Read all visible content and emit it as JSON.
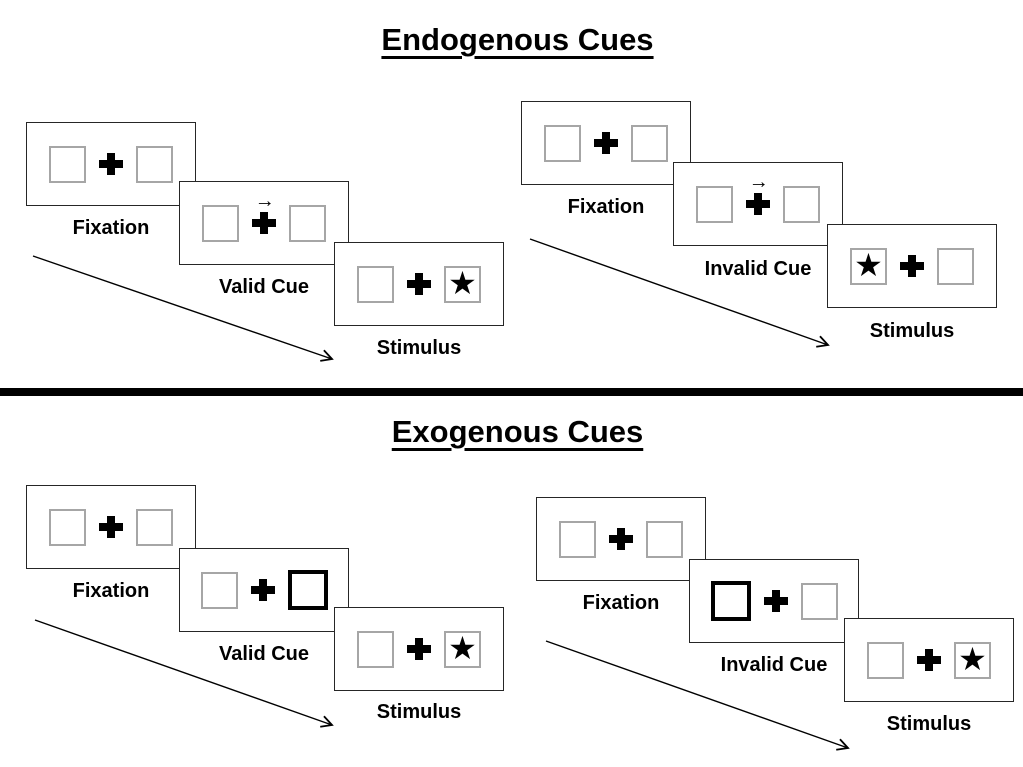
{
  "page": {
    "background_color": "#ffffff",
    "divider_color": "#000000"
  },
  "colors": {
    "ink": "#000000",
    "box_border": "#a6a6a6",
    "panel_border": "#262626"
  },
  "icons": {
    "star": "★",
    "cue_arrow": "→"
  },
  "sections": {
    "endogenous": {
      "title": "Endogenous Cues",
      "valid_sequence": {
        "fixation_label": "Fixation",
        "cue_label": "Valid Cue",
        "stimulus_label": "Stimulus",
        "cue_type": "central-arrow-right",
        "stimulus_star_side": "right"
      },
      "invalid_sequence": {
        "fixation_label": "Fixation",
        "cue_label": "Invalid Cue",
        "stimulus_label": "Stimulus",
        "cue_type": "central-arrow-right",
        "stimulus_star_side": "left"
      }
    },
    "exogenous": {
      "title": "Exogenous Cues",
      "valid_sequence": {
        "fixation_label": "Fixation",
        "cue_label": "Valid Cue",
        "stimulus_label": "Stimulus",
        "cue_type": "peripheral-box-right",
        "stimulus_star_side": "right"
      },
      "invalid_sequence": {
        "fixation_label": "Fixation",
        "cue_label": "Invalid Cue",
        "stimulus_label": "Stimulus",
        "cue_type": "peripheral-box-left",
        "stimulus_star_side": "right"
      }
    }
  }
}
